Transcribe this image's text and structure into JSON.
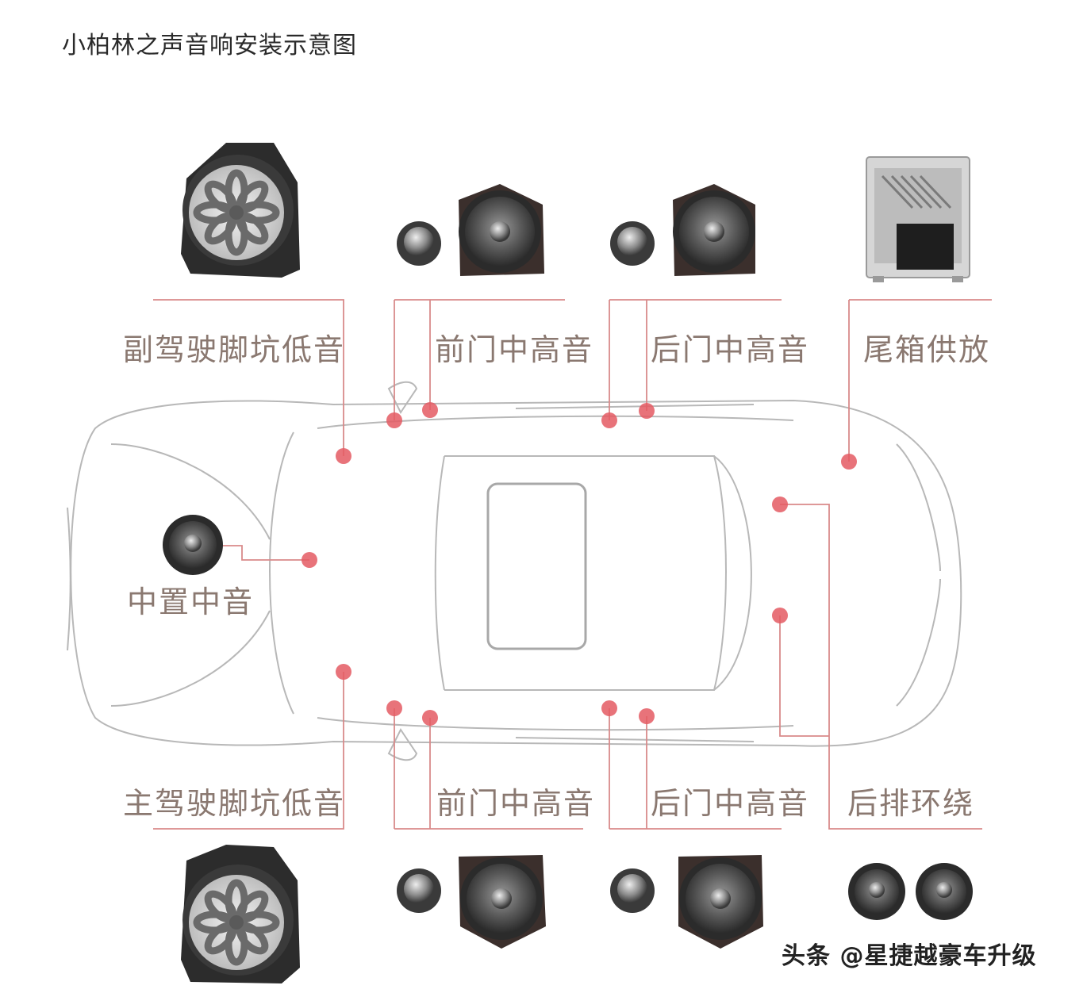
{
  "title": "小柏林之声音响安装示意图",
  "labels": {
    "passenger_footwell_bass": "副驾驶脚坑低音",
    "front_door_top": "前门中高音",
    "rear_door_top": "后门中高音",
    "trunk_amp": "尾箱供放",
    "center_mid": "中置中音",
    "driver_footwell_bass": "主驾驶脚坑低音",
    "front_door_bottom": "前门中高音",
    "rear_door_bottom": "后门中高音",
    "rear_surround": "后排环绕"
  },
  "watermark": "头条 @星捷越豪车升级",
  "colors": {
    "marker": "#e45a63",
    "leader_line": "#d98a8a",
    "label_text": "#8a7870",
    "car_outline": "#b8b8b8"
  }
}
